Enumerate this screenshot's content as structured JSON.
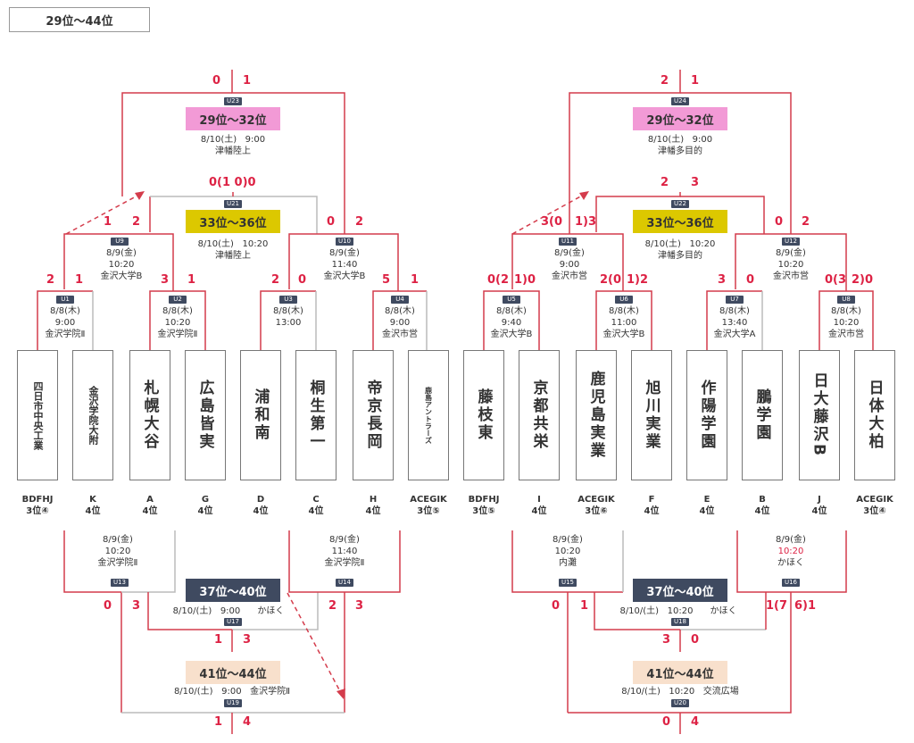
{
  "header": "29位～44位",
  "colors": {
    "line": "#d43c4c",
    "tag": "#3f4a60",
    "pink": "#f29ad6",
    "yellow": "#dcc800",
    "navy": "#3f4a60",
    "peach": "#f8e0cc",
    "score": "#d24444"
  },
  "left": {
    "teams": [
      {
        "name": "四日市中央工業",
        "label1": "BDFHJ",
        "label2": "3位④"
      },
      {
        "name": "金沢学院大附",
        "label1": "K",
        "label2": "4位"
      },
      {
        "name": "札幌大谷",
        "label1": "A",
        "label2": "4位"
      },
      {
        "name": "広島皆実",
        "label1": "G",
        "label2": "4位"
      },
      {
        "name": "浦和南",
        "label1": "D",
        "label2": "4位"
      },
      {
        "name": "桐生第一",
        "label1": "C",
        "label2": "4位"
      },
      {
        "name": "帝京長岡",
        "label1": "H",
        "label2": "4位"
      },
      {
        "name": "鹿島アントラーズ",
        "label1": "ACEGIK",
        "label2": "3位⑤"
      }
    ],
    "r1": [
      {
        "tag": "U1",
        "date": "8/8(木)",
        "time": "9:00",
        "venue": "金沢学院Ⅱ",
        "s1": "2",
        "s2": "1"
      },
      {
        "tag": "U2",
        "date": "8/8(木)",
        "time": "10:20",
        "venue": "金沢学院Ⅱ",
        "s1": "3",
        "s2": "1"
      },
      {
        "tag": "U3",
        "date": "8/8(木)",
        "time": "13:00",
        "venue": "",
        "s1": "2",
        "s2": "0"
      },
      {
        "tag": "U4",
        "date": "8/8(木)",
        "time": "9:00",
        "venue": "金沢市営",
        "s1": "5",
        "s2": "1"
      }
    ],
    "r2": [
      {
        "tag": "U9",
        "date": "8/9(金)",
        "time": "10:20",
        "venue": "金沢大学B",
        "s1": "1",
        "s2": "2"
      },
      {
        "tag": "U10",
        "date": "8/9(金)",
        "time": "11:40",
        "venue": "金沢大学B",
        "s1": "0",
        "s2": "2"
      }
    ],
    "final": {
      "tag": "U23",
      "title": "29位～32位",
      "date": "8/10(土)",
      "time": "9:00",
      "venue": "津幡陸上",
      "s1": "0",
      "s2": "1"
    },
    "third": {
      "tag": "U21",
      "title": "33位～36位",
      "date": "8/10(土)",
      "time": "10:20",
      "venue": "津幡陸上",
      "score": "0(1 0)0"
    },
    "cons": [
      {
        "tag": "U13",
        "date": "8/9(金)",
        "time": "10:20",
        "venue": "金沢学院Ⅱ",
        "s1": "0",
        "s2": "3"
      },
      {
        "tag": "U14",
        "date": "8/9(金)",
        "time": "11:40",
        "venue": "金沢学院Ⅱ",
        "s1": "2",
        "s2": "3"
      }
    ],
    "c37": {
      "tag": "U17",
      "title": "37位～40位",
      "date": "8/10/(土)",
      "time": "9:00",
      "venue": "かほく",
      "s1": "1",
      "s2": "3"
    },
    "c41": {
      "tag": "U19",
      "title": "41位～44位",
      "date": "8/10/(土)",
      "time": "9:00",
      "venue": "金沢学院Ⅱ",
      "s1": "1",
      "s2": "4"
    }
  },
  "right": {
    "teams": [
      {
        "name": "藤枝東",
        "label1": "BDFHJ",
        "label2": "3位⑤"
      },
      {
        "name": "京都共栄",
        "label1": "I",
        "label2": "4位"
      },
      {
        "name": "鹿児島実業",
        "label1": "ACEGIK",
        "label2": "3位⑥"
      },
      {
        "name": "旭川実業",
        "label1": "F",
        "label2": "4位"
      },
      {
        "name": "作陽学園",
        "label1": "E",
        "label2": "4位"
      },
      {
        "name": "鵬学園",
        "label1": "B",
        "label2": "4位"
      },
      {
        "name": "日大藤沢B",
        "label1": "J",
        "label2": "4位"
      },
      {
        "name": "日体大柏",
        "label1": "ACEGIK",
        "label2": "3位④"
      }
    ],
    "r1": [
      {
        "tag": "U5",
        "date": "8/8(木)",
        "time": "9:40",
        "venue": "金沢大学B",
        "s1": "0(2",
        "s2": "1)0"
      },
      {
        "tag": "U6",
        "date": "8/8(木)",
        "time": "11:00",
        "venue": "金沢大学B",
        "s1": "2(0",
        "s2": "1)2"
      },
      {
        "tag": "U7",
        "date": "8/8(木)",
        "time": "13:40",
        "venue": "金沢大学A",
        "s1": "3",
        "s2": "0"
      },
      {
        "tag": "U8",
        "date": "8/8(木)",
        "time": "10:20",
        "venue": "金沢市営",
        "s1": "0(3",
        "s2": "2)0"
      }
    ],
    "r2": [
      {
        "tag": "U11",
        "date": "8/9(金)",
        "time": "9:00",
        "venue": "金沢市営",
        "s1": "3(0",
        "s2": "1)3"
      },
      {
        "tag": "U12",
        "date": "8/9(金)",
        "time": "10:20",
        "venue": "金沢市営",
        "s1": "0",
        "s2": "2"
      }
    ],
    "final": {
      "tag": "U24",
      "title": "29位～32位",
      "date": "8/10(土)",
      "time": "9:00",
      "venue": "津幡多目的",
      "s1": "2",
      "s2": "1"
    },
    "third": {
      "tag": "U22",
      "title": "33位～36位",
      "date": "8/10(土)",
      "time": "10:20",
      "venue": "津幡多目的",
      "s1": "2",
      "s2": "3"
    },
    "cons": [
      {
        "tag": "U15",
        "date": "8/9(金)",
        "time": "10:20",
        "venue": "内灘",
        "s1": "0",
        "s2": "1"
      },
      {
        "tag": "U16",
        "date": "8/9(金)",
        "time": "10:20",
        "venue": "かほく",
        "s1": "1(7",
        "s2": "6)1"
      }
    ],
    "c37": {
      "tag": "U18",
      "title": "37位～40位",
      "date": "8/10/(土)",
      "time": "10:20",
      "venue": "かほく",
      "s1": "3",
      "s2": "0"
    },
    "c41": {
      "tag": "U20",
      "title": "41位～44位",
      "date": "8/10/(土)",
      "time": "10:20",
      "venue": "交流広場",
      "s1": "0",
      "s2": "4"
    }
  }
}
